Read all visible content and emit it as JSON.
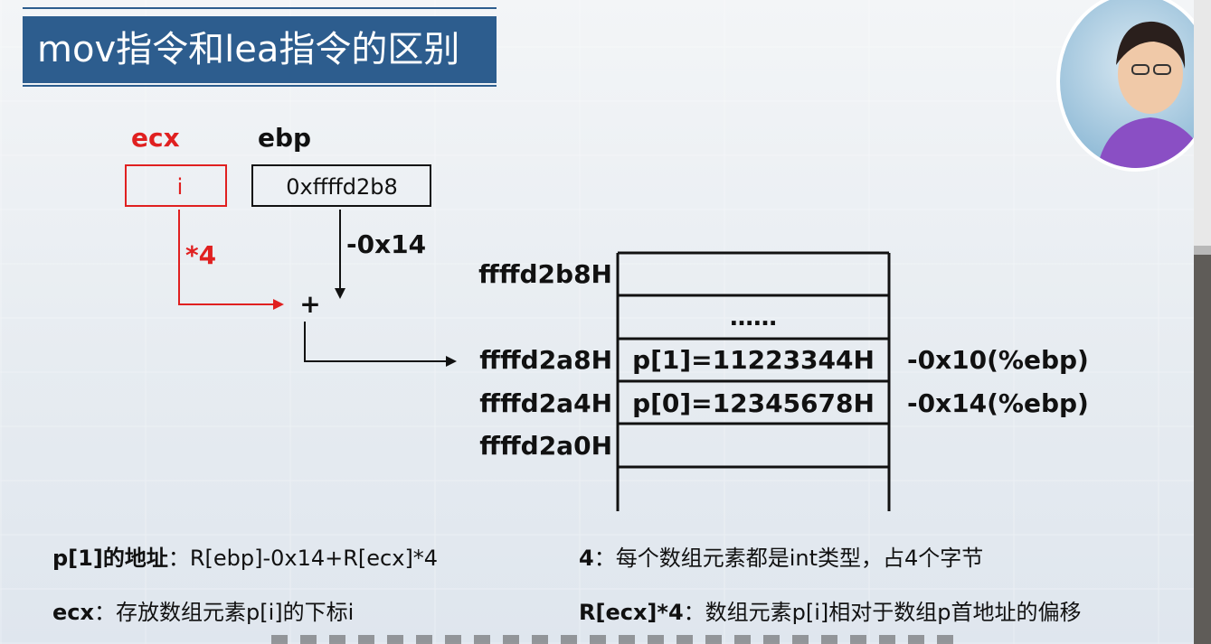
{
  "title": "mov指令和lea指令的区别",
  "diagram": {
    "reg_ecx": {
      "label": "ecx",
      "value": "i"
    },
    "reg_ebp": {
      "label": "ebp",
      "value": "0xffffd2b8"
    },
    "mul_label": "*4",
    "offset_label": "-0x14",
    "plus": "+",
    "stack": {
      "addresses": [
        "ffffd2b8H",
        "ffffd2a8H",
        "ffffd2a4H",
        "ffffd2a0H"
      ],
      "cells": [
        "",
        "……",
        "p[1]=11223344H",
        "p[0]=12345678H",
        "",
        ""
      ],
      "annotations": [
        "-0x10(%ebp)",
        "-0x14(%ebp)"
      ]
    }
  },
  "notes": [
    {
      "bold": "p[1]的地址",
      "text": "：R[ebp]-0x14+R[ecx]*4"
    },
    {
      "bold": "4",
      "text": "：每个数组元素都是int类型，占4个字节"
    },
    {
      "bold": "ecx",
      "text": "：存放数组元素p[i]的下标i"
    },
    {
      "bold": "R[ecx]*4",
      "text": "：数组元素p[i]相对于数组p首地址的偏移"
    }
  ],
  "colors": {
    "title_bg": "#2d5d8e",
    "red": "#e02020",
    "black": "#111111"
  }
}
